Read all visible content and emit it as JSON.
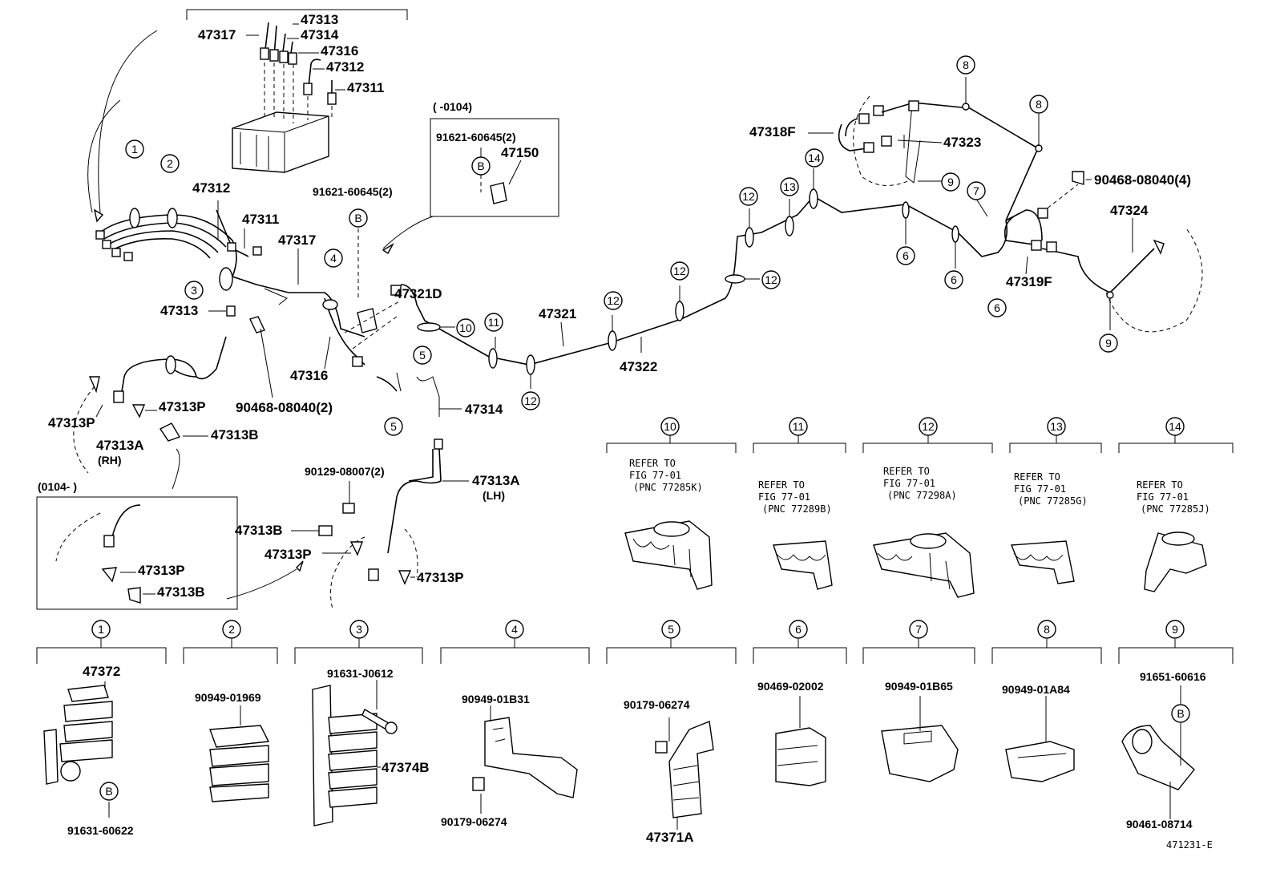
{
  "parts": {
    "p47313": "47313",
    "p47314": "47314",
    "p47317": "47317",
    "p47316": "47316",
    "p47312": "47312",
    "p47311": "47311",
    "p47312b": "47312",
    "p47311b": "47311",
    "p47317b": "47317",
    "p47313b": "47313",
    "p47316b": "47316",
    "p90468a": "90468-08040(2)",
    "p47313P_a": "47313P",
    "p47313P_b": "47313P",
    "p47313A": "47313A",
    "rh": "(RH)",
    "p47313B": "47313B",
    "p91621a": "91621-60645(2)",
    "p47321D": "47321D",
    "frame_top": "(     -0104)",
    "p91621b": "91621-60645(2)",
    "p47150": "47150",
    "p47321": "47321",
    "p47322": "47322",
    "p47314b": "47314",
    "p90129": "90129-08007(2)",
    "p47313A_lh": "47313A",
    "lh": "(LH)",
    "p47313B_c": "47313B",
    "p47313P_c": "47313P",
    "p47313P_d": "47313P",
    "frame_bottom": "(0104-      )",
    "p47313P_e": "47313P",
    "p47313B_e": "47313B",
    "p47318F": "47318F",
    "p47323": "47323",
    "p90468b": "90468-08040(4)",
    "p47324": "47324",
    "p47319F": "47319F"
  },
  "bubbles": {
    "b1": "1",
    "b2": "2",
    "b3": "3",
    "b4": "4",
    "b5a": "5",
    "b5b": "5",
    "b10": "10",
    "b11": "11",
    "b12a": "12",
    "b12b": "12",
    "b12c": "12",
    "b12d": "12",
    "b12e": "12",
    "b13": "13",
    "b14": "14",
    "b6a": "6",
    "b6b": "6",
    "b6c": "6",
    "b7": "7",
    "b8a": "8",
    "b8b": "8",
    "b9a": "9",
    "b9b": "9",
    "bB1": "B",
    "bB2": "B"
  },
  "clips": [
    {
      "num": "10",
      "refer": [
        "REFER TO",
        "FIG 77-01",
        "(PNC 77285K)"
      ]
    },
    {
      "num": "11",
      "refer": [
        "REFER TO",
        "FIG 77-01",
        "(PNC 77289B)"
      ]
    },
    {
      "num": "12",
      "refer": [
        "REFER TO",
        "FIG 77-01",
        "(PNC 77298A)"
      ]
    },
    {
      "num": "13",
      "refer": [
        "REFER TO",
        "FIG 77-01",
        "(PNC 77285G)"
      ]
    },
    {
      "num": "14",
      "refer": [
        "REFER TO",
        "FIG 77-01",
        "(PNC 77285J)"
      ]
    }
  ],
  "bottom": [
    {
      "num": "1",
      "parts": [
        "47372",
        "91631-60622"
      ],
      "b": "B"
    },
    {
      "num": "2",
      "parts": [
        "90949-01969"
      ]
    },
    {
      "num": "3",
      "parts": [
        "91631-J0612",
        "47374B"
      ]
    },
    {
      "num": "4",
      "parts": [
        "90949-01B31",
        "90179-06274"
      ]
    },
    {
      "num": "5",
      "parts": [
        "90179-06274",
        "47371A"
      ]
    },
    {
      "num": "6",
      "parts": [
        "90469-02002"
      ]
    },
    {
      "num": "7",
      "parts": [
        "90949-01B65"
      ]
    },
    {
      "num": "8",
      "parts": [
        "90949-01A84"
      ]
    },
    {
      "num": "9",
      "parts": [
        "91651-60616",
        "90461-08714"
      ],
      "b": "B"
    }
  ],
  "figure_id": "471231-E"
}
